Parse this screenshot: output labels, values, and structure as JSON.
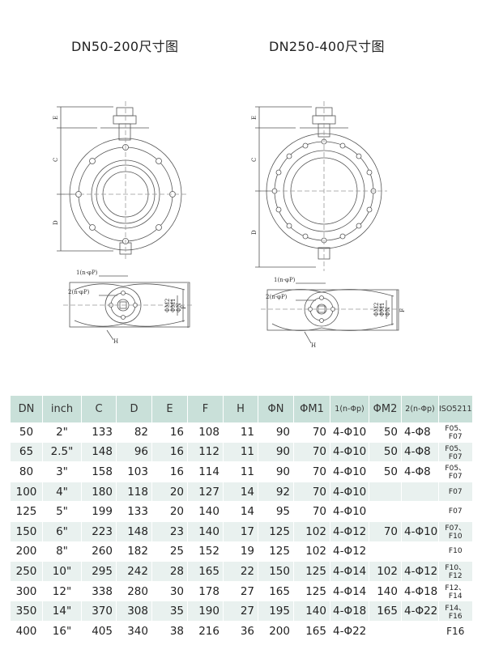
{
  "titles": {
    "left": "DN50-200尺寸图",
    "right": "DN250-400尺寸图"
  },
  "drawing_labels": {
    "left_front": [
      "E",
      "C",
      "D"
    ],
    "right_front": [
      "E",
      "C",
      "D"
    ],
    "left_top": [
      "1(n-φP)",
      "2(n-φP)",
      "ΦM2",
      "ΦM1",
      "ΦN",
      "F",
      "H"
    ],
    "right_top": [
      "1(n-φP)",
      "2(n-φP)",
      "ΦM2",
      "ΦM1",
      "ΦN",
      "F",
      "H"
    ]
  },
  "table": {
    "headers": [
      "DN",
      "inch",
      "C",
      "D",
      "E",
      "F",
      "H",
      "ΦN",
      "ΦM1",
      "1(n-Φp)",
      "ΦM2",
      "2(n-Φp)",
      "ISO5211"
    ],
    "rows": [
      [
        "50",
        "2\"",
        "133",
        "82",
        "16",
        "108",
        "11",
        "90",
        "70",
        "4-Φ10",
        "50",
        "4-Φ8",
        "F05、F07"
      ],
      [
        "65",
        "2.5\"",
        "148",
        "96",
        "16",
        "112",
        "11",
        "90",
        "70",
        "4-Φ10",
        "50",
        "4-Φ8",
        "F05、F07"
      ],
      [
        "80",
        "3\"",
        "158",
        "103",
        "16",
        "114",
        "11",
        "90",
        "70",
        "4-Φ10",
        "50",
        "4-Φ8",
        "F05、F07"
      ],
      [
        "100",
        "4\"",
        "180",
        "118",
        "20",
        "127",
        "14",
        "92",
        "70",
        "4-Φ10",
        "",
        "",
        "F07"
      ],
      [
        "125",
        "5\"",
        "199",
        "133",
        "20",
        "140",
        "14",
        "95",
        "70",
        "4-Φ10",
        "",
        "",
        "F07"
      ],
      [
        "150",
        "6\"",
        "223",
        "148",
        "23",
        "140",
        "17",
        "125",
        "102",
        "4-Φ12",
        "70",
        "4-Φ10",
        "F07、F10"
      ],
      [
        "200",
        "8\"",
        "260",
        "182",
        "25",
        "152",
        "19",
        "125",
        "102",
        "4-Φ12",
        "",
        "",
        "F10"
      ],
      [
        "250",
        "10\"",
        "295",
        "242",
        "28",
        "165",
        "22",
        "150",
        "125",
        "4-Φ14",
        "102",
        "4-Φ12",
        "F10、F12"
      ],
      [
        "300",
        "12\"",
        "338",
        "280",
        "30",
        "178",
        "27",
        "165",
        "125",
        "4-Φ14",
        "140",
        "4-Φ18",
        "F12、F14"
      ],
      [
        "350",
        "14\"",
        "370",
        "308",
        "35",
        "190",
        "27",
        "195",
        "140",
        "4-Φ18",
        "165",
        "4-Φ22",
        "F14、F16"
      ],
      [
        "400",
        "16\"",
        "405",
        "340",
        "38",
        "216",
        "36",
        "200",
        "165",
        "4-Φ22",
        "",
        "",
        "F16"
      ]
    ]
  }
}
